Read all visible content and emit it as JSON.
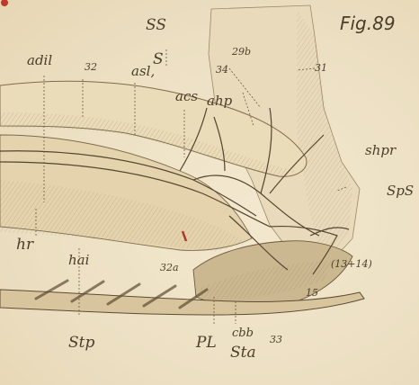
{
  "figure": {
    "title": "Fig.89"
  },
  "labels": {
    "SS": "SS",
    "S": "S",
    "adil": "adil",
    "n32_top": "32",
    "asl": "asl,",
    "n29b": "29b",
    "n34": "34",
    "n31": "31",
    "acs": "acs",
    "ahp": "ahp",
    "shpr": "shpr",
    "SpS": "SpS",
    "hr": "hr",
    "hai": "hai",
    "n32a": "32a",
    "n15": "15",
    "n13_14": "(13+14)",
    "Stp": "Stp",
    "PL": "PL",
    "cbb": "cbb",
    "Sta": "Sta",
    "n33": "33"
  },
  "colors": {
    "paper": "#efe3c6",
    "ink": "#4a3e2a",
    "shade": "#b9a583",
    "light": "#f7efdc"
  }
}
